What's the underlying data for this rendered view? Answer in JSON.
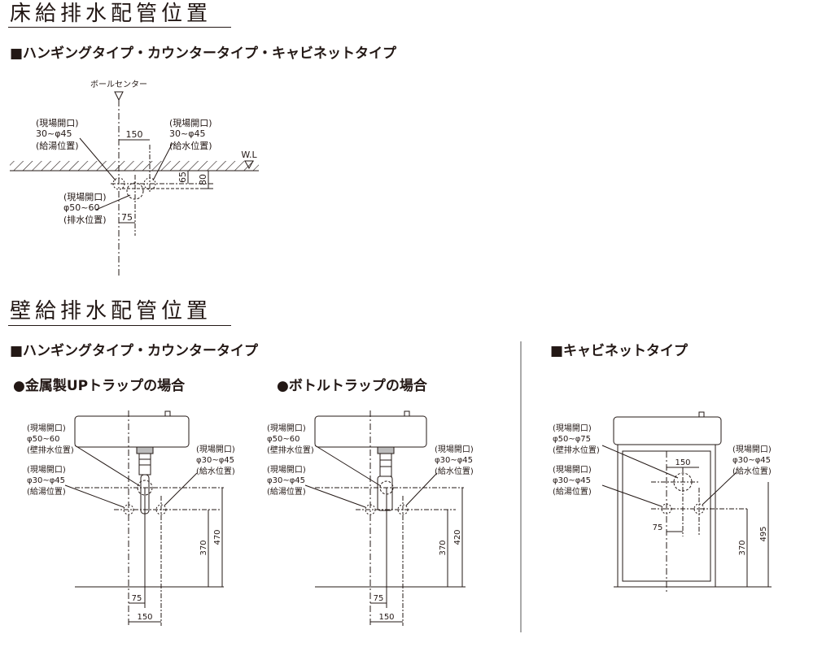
{
  "floor_section": {
    "heading": "床給排水配管位置",
    "subheading": "■ハンギングタイプ・カウンタータイプ・キャビネットタイプ",
    "pole_center": "ボールセンター",
    "wl": "W.L",
    "hot_opening": "(現場開口)",
    "hot_size": "30~φ45",
    "hot_position": "(給湯位置)",
    "cold_opening": "(現場開口)",
    "cold_size": "30~φ45",
    "cold_position": "(給水位置)",
    "drain_opening": "(現場開口)",
    "drain_size": "φ50~60",
    "drain_position": "(排水位置)",
    "dim_150": "150",
    "dim_65": "65",
    "dim_80": "80",
    "dim_75": "75"
  },
  "wall_section": {
    "heading": "壁給排水配管位置",
    "subheading_left": "■ハンギングタイプ・カウンタータイプ",
    "subheading_right": "■キャビネットタイプ",
    "case_metal": "●金属製UPトラップの場合",
    "case_bottle": "●ボトルトラップの場合",
    "metal": {
      "drain_opening": "(現場開口)",
      "drain_size": "φ50~60",
      "drain_position": "(壁排水位置)",
      "hot_opening": "(現場開口)",
      "hot_size": "φ30~φ45",
      "hot_position": "(給湯位置)",
      "cold_opening": "(現場開口)",
      "cold_size": "φ30~φ45",
      "cold_position": "(給水位置)",
      "dim_370": "370",
      "dim_470": "470",
      "dim_75": "75",
      "dim_150": "150"
    },
    "bottle": {
      "drain_opening": "(現場開口)",
      "drain_size": "φ50~60",
      "drain_position": "(壁排水位置)",
      "hot_opening": "(現場開口)",
      "hot_size": "φ30~φ45",
      "hot_position": "(給湯位置)",
      "cold_opening": "(現場開口)",
      "cold_size": "φ30~φ45",
      "cold_position": "(給水位置)",
      "dim_370": "370",
      "dim_420": "420",
      "dim_75": "75",
      "dim_150": "150"
    },
    "cabinet": {
      "drain_opening": "(現場開口)",
      "drain_size": "φ50~φ75",
      "drain_position": "(壁排水位置)",
      "hot_opening": "(現場開口)",
      "hot_size": "φ30~φ45",
      "hot_position": "(給湯位置)",
      "cold_opening": "(現場開口)",
      "cold_size": "φ30~φ45",
      "cold_position": "(給水位置)",
      "dim_150": "150",
      "dim_75": "75",
      "dim_370": "370",
      "dim_495": "495"
    }
  }
}
